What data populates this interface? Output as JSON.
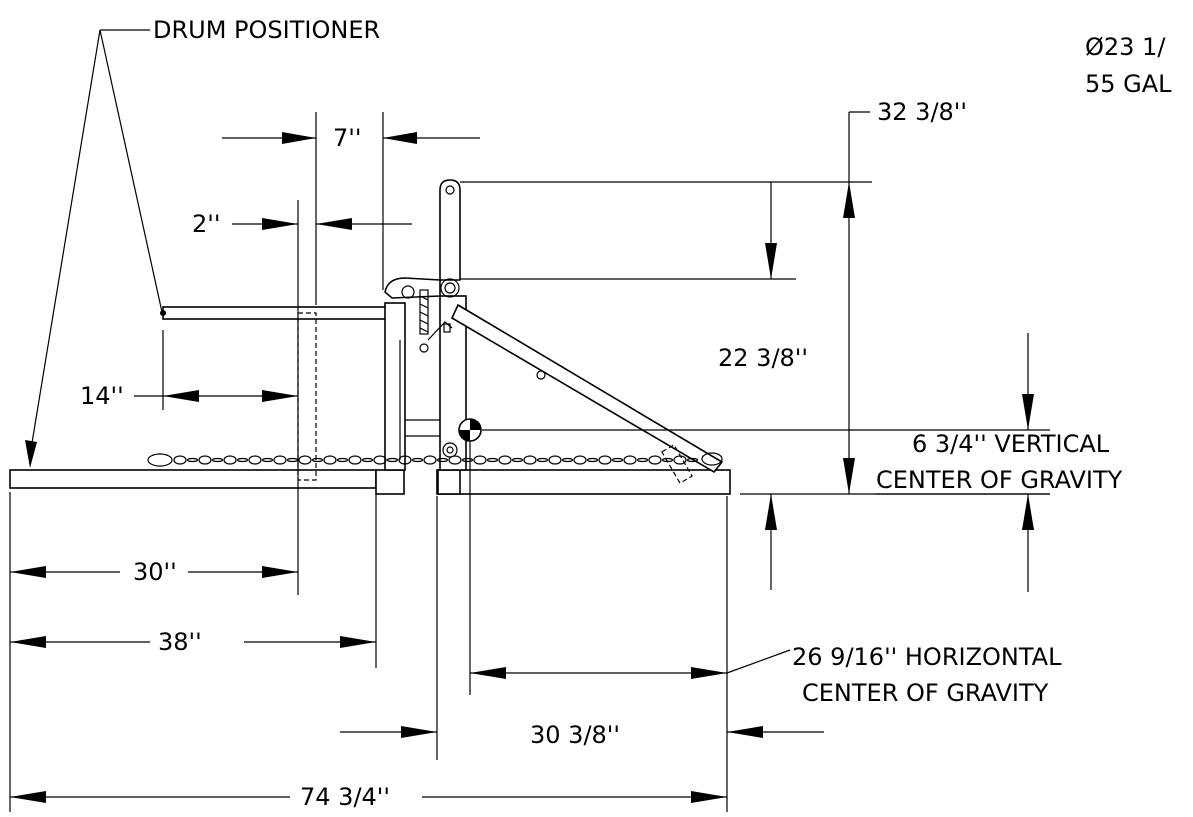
{
  "title": "DRUM POSITIONER",
  "drum_note": {
    "diameter": "Ø23 1/",
    "capacity": "55 GAL"
  },
  "dimensions": {
    "d_7": "7''",
    "d_2": "2''",
    "d_14": "14''",
    "d_30": "30''",
    "d_38": "38''",
    "d_30_3_8": "30 3/8''",
    "d_74_3_4": "74 3/4''",
    "d_32_3_8": "32 3/8''",
    "d_22_3_8": "22 3/8''"
  },
  "center_of_gravity": {
    "vertical_line1": "6 3/4'' VERTICAL",
    "vertical_line2": "CENTER OF GRAVITY",
    "horizontal_line1": "26 9/16'' HORIZONTAL",
    "horizontal_line2": "CENTER OF GRAVITY"
  }
}
